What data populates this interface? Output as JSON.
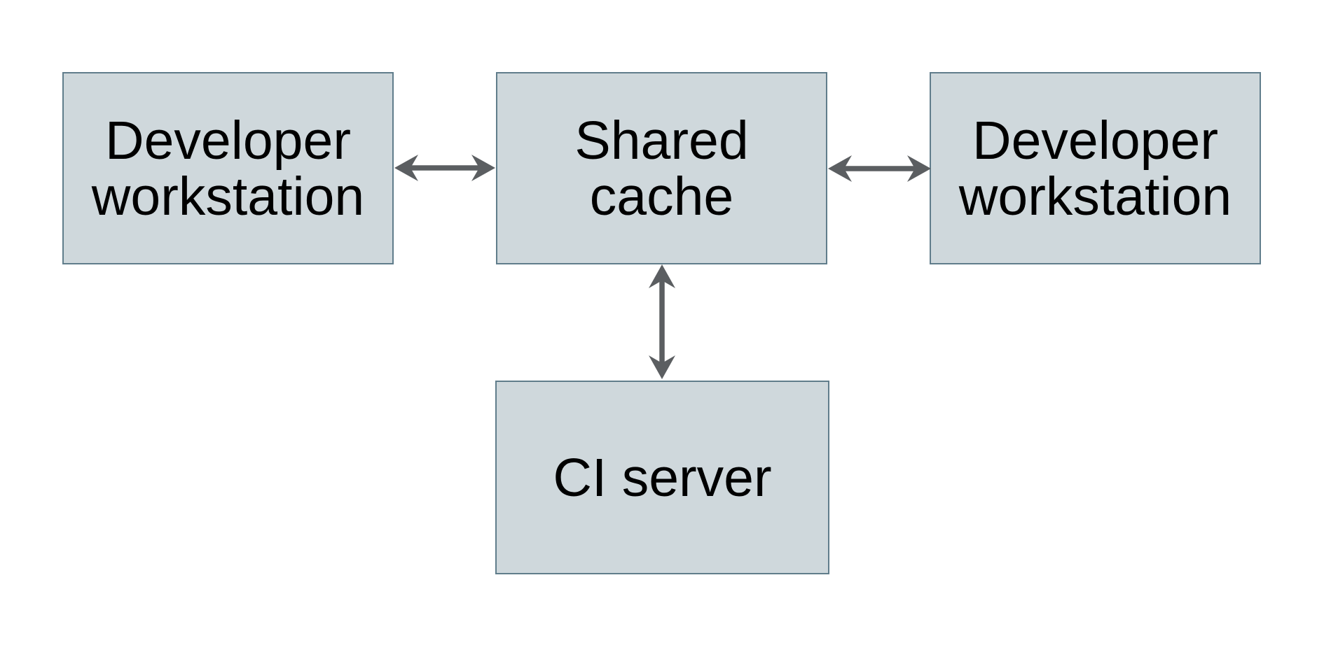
{
  "diagram": {
    "type": "architecture-diagram",
    "nodes": {
      "dev_left": {
        "label": "Developer workstation",
        "lines": [
          "Developer",
          "workstation"
        ]
      },
      "shared_cache": {
        "label": "Shared cache",
        "lines": [
          "Shared",
          "cache"
        ]
      },
      "dev_right": {
        "label": "Developer workstation",
        "lines": [
          "Developer",
          "workstation"
        ]
      },
      "ci_server": {
        "label": "CI server",
        "lines": [
          "CI server"
        ]
      }
    },
    "edges": [
      {
        "from": "Developer workstation (left)",
        "to": "Shared cache",
        "direction": "bidirectional"
      },
      {
        "from": "Shared cache",
        "to": "Developer workstation (right)",
        "direction": "bidirectional"
      },
      {
        "from": "Shared cache",
        "to": "CI server",
        "direction": "bidirectional"
      }
    ]
  },
  "colors": {
    "background": "#ffffff",
    "node_fill": "#cfd8dc",
    "node_border": "#607d8b",
    "arrow": "#5b5e61",
    "text": "#000000"
  }
}
